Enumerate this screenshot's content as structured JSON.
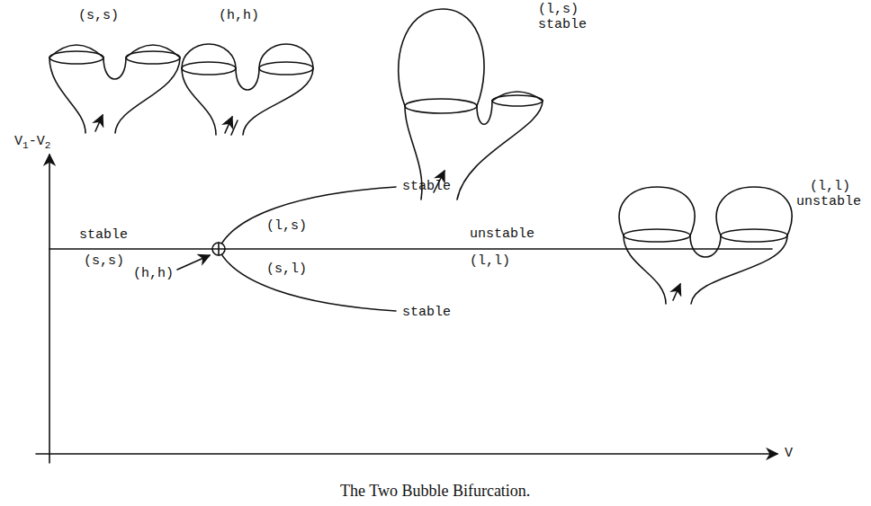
{
  "diagram": {
    "caption": "The Two Bubble Bifurcation.",
    "labels": [
      "(s,s)",
      "(h,h)",
      "(l,s)",
      "stable",
      "V1-V2",
      "stable",
      "(l,s)",
      "(l,l)",
      "unstable",
      "stable",
      "unstable",
      "(s,s)",
      "(l,l)",
      "(h,h)",
      "(s,l)",
      "stable",
      "V"
    ]
  }
}
